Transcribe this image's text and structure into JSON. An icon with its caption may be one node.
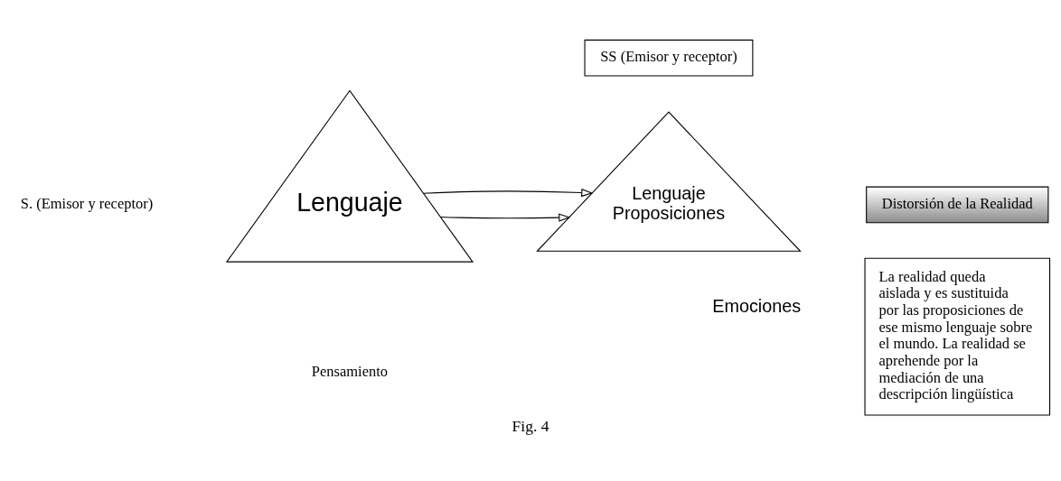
{
  "diagram": {
    "caption": "Fig. 4",
    "nodes": [
      {
        "text": [
          "Lenguaje"
        ]
      },
      {
        "text": [
          "SS (Emisor y receptor)"
        ]
      },
      {
        "text": [
          "Lenguaje",
          "Proposiciones"
        ],
        "beside": [
          "Emociones"
        ]
      },
      {
        "text": [
          "Distorsión de la Realidad"
        ]
      },
      {
        "text": [
          "La realidad queda aislada y es sustituida por las proposiciones de ese mismo lenguaje sobre el mundo. La realidad se aprehende por la mediación de una descripción lingüística"
        ]
      }
    ],
    "edges": [
      {
        "from": 0,
        "to": 2,
        "arrow": "to"
      },
      {
        "from": 0,
        "to": 2,
        "arrow": "to"
      }
    ],
    "labels": [
      "S. (Emisor y receptor)",
      "Pensamiento"
    ]
  }
}
